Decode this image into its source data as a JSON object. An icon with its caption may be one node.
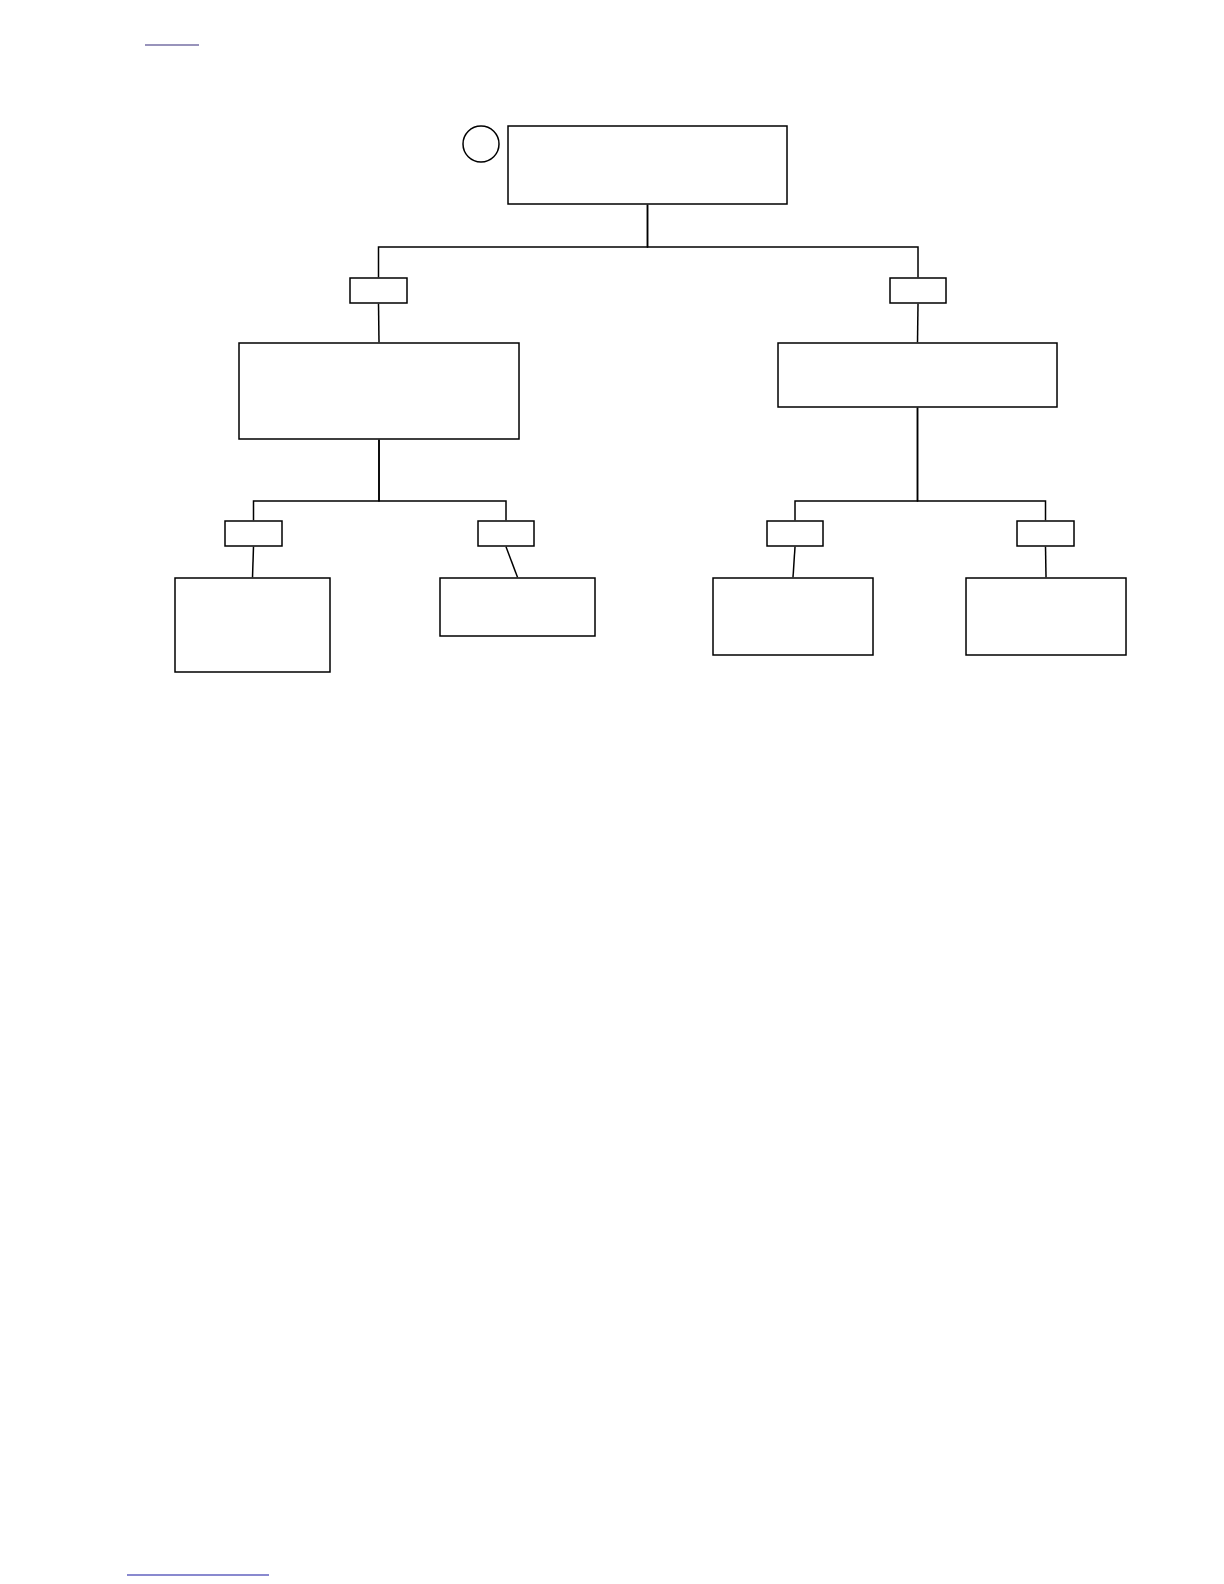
{
  "diagram": {
    "nodes": [
      {
        "text": [],
        "shape": "circle"
      },
      {
        "text": [],
        "shape": "box"
      },
      {
        "text": [],
        "shape": "box"
      },
      {
        "text": [],
        "shape": "box"
      },
      {
        "text": [],
        "shape": "box"
      },
      {
        "text": [],
        "shape": "box"
      },
      {
        "text": [],
        "shape": "box"
      },
      {
        "text": [],
        "shape": "box"
      },
      {
        "text": [],
        "shape": "box"
      },
      {
        "text": [],
        "shape": "box"
      },
      {
        "text": [],
        "shape": "box"
      },
      {
        "text": [],
        "shape": "box"
      },
      {
        "text": [],
        "shape": "box"
      },
      {
        "text": [],
        "shape": "box"
      }
    ],
    "edges": [
      {
        "from": 1,
        "to": 2,
        "arrow": "none"
      },
      {
        "from": 1,
        "to": 3,
        "arrow": "none"
      },
      {
        "from": 2,
        "to": 4,
        "arrow": "none"
      },
      {
        "from": 3,
        "to": 5,
        "arrow": "none"
      },
      {
        "from": 4,
        "to": 6,
        "arrow": "none"
      },
      {
        "from": 4,
        "to": 7,
        "arrow": "none"
      },
      {
        "from": 5,
        "to": 8,
        "arrow": "none"
      },
      {
        "from": 5,
        "to": 9,
        "arrow": "none"
      },
      {
        "from": 6,
        "to": 10,
        "arrow": "none"
      },
      {
        "from": 7,
        "to": 11,
        "arrow": "none"
      },
      {
        "from": 8,
        "to": 12,
        "arrow": "none"
      },
      {
        "from": 9,
        "to": 13,
        "arrow": "none"
      }
    ]
  }
}
